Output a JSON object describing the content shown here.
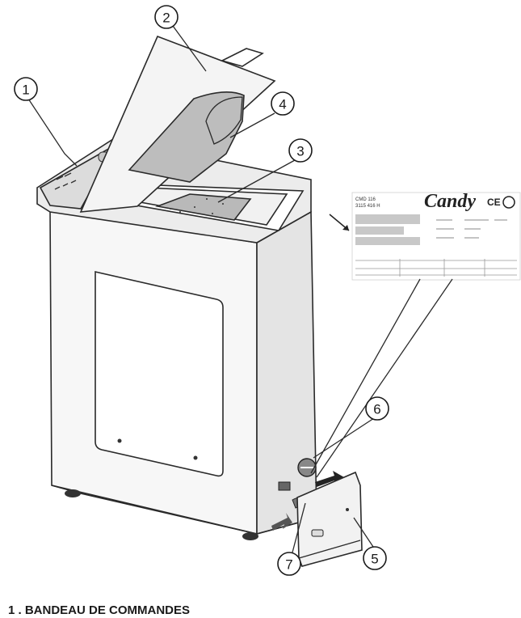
{
  "callouts": [
    {
      "id": "1",
      "label": "1"
    },
    {
      "id": "2",
      "label": "2"
    },
    {
      "id": "3",
      "label": "3"
    },
    {
      "id": "4",
      "label": "4"
    },
    {
      "id": "5",
      "label": "5"
    },
    {
      "id": "6",
      "label": "6"
    },
    {
      "id": "7",
      "label": "7"
    }
  ],
  "rating_plate": {
    "brand": "Candy",
    "marks": "CE"
  },
  "caption": "1 . BANDEAU DE COMMANDES"
}
